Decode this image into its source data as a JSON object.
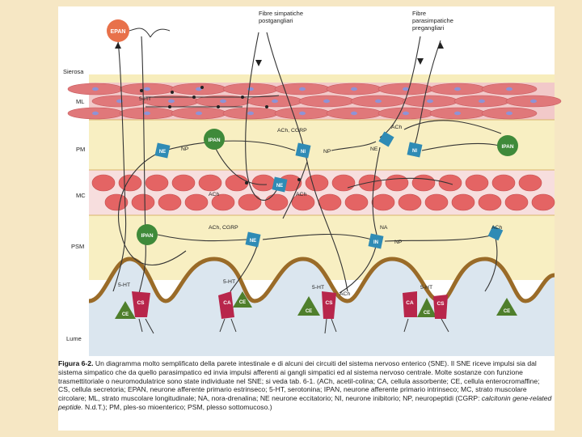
{
  "top_labels": {
    "epan": "EPAN",
    "symp": [
      "Fibre simpatiche",
      "postgangliari"
    ],
    "parasymp": [
      "Fibre",
      "parasimpatiche",
      "pregangliari"
    ]
  },
  "layers": {
    "sierosa": "Sierosa",
    "ml": "ML",
    "pm": "PM",
    "mc": "MC",
    "psm": "PSM",
    "lume": "Lume"
  },
  "cells": {
    "ipan": "IPAN",
    "ne": "NE",
    "ni": "NI",
    "in": "IN",
    "np": "NP",
    "ht5": "5-HT",
    "ach": "ACh",
    "ach_cgrp": "ACh, CGRP",
    "na": "NA",
    "ce": "CE",
    "cs": "CS",
    "ca": "CA"
  },
  "caption": {
    "title": "Figura 6-2.",
    "text": "Un diagramma molto semplificato della parete intestinale e di alcuni dei circuiti del sistema nervoso enterico (SNE). Il SNE riceve impulsi sia dal sistema simpatico che da quello parasimpatico ed invia impulsi afferenti ai gangli simpatici ed al sistema nervoso centrale. Molte sostanze con funzione trasmettitoriale o neuromodulatrice sono state individuate nel SNE; si veda tab. 6-1. (ACh, acetil-colina; CA, cellula assorbente; CE, cellula enterocromaffine; CS, cellula secretoria; EPAN, neurone afferente primario estrinseco; 5-HT, serotonina; IPAN, neurone afferente primario intrinseco; MC, strato muscolare circolare; ML, strato muscolare longitudinale; NA, nora-drenalina; NE neurone eccitatorio; NI, neurone inibitorio; NP, neuropeptidi (CGRP:",
    "italic": "calcitonin gene-related peptide.",
    "tail": "N.d.T.); PM, ples-so mioenterico; PSM, plesso sottomucoso.)"
  },
  "colors": {
    "page_bg": "#f6e7c4",
    "muscle": "#e0787a",
    "mc_cell": "#e46464",
    "ipan": "#3f8a3a",
    "neuron": "#2f8bb5",
    "epan": "#e8714a",
    "secretory": "#b8264b",
    "entero": "#4f7f2c",
    "submucosa": "#f7edbc",
    "lumen": "#dbe6ef"
  }
}
